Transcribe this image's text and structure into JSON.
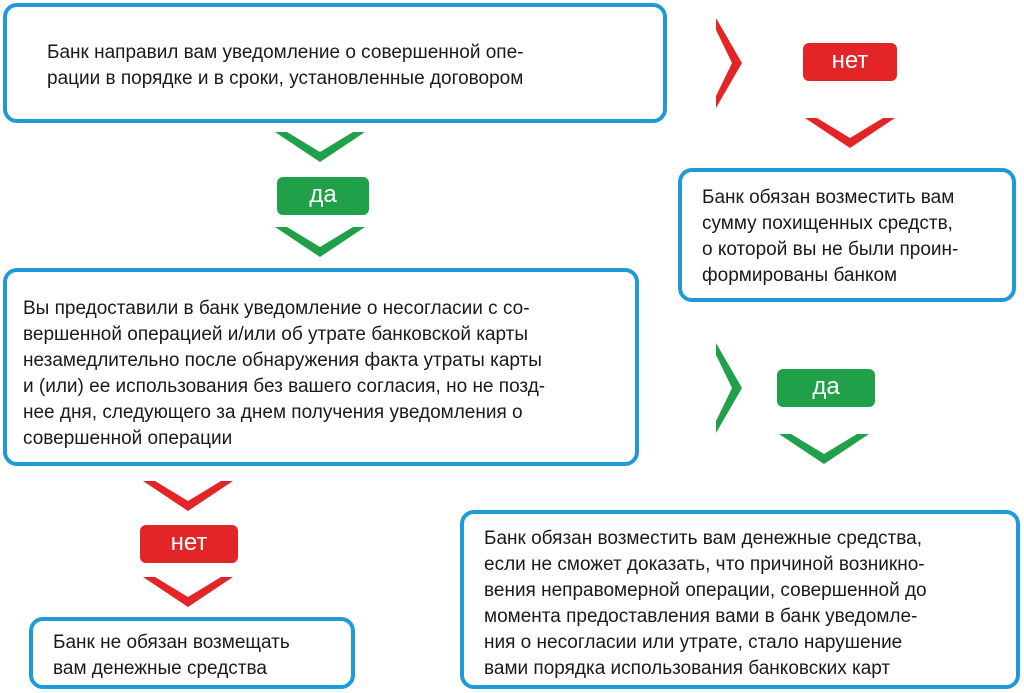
{
  "boxes": {
    "q1": "Банк направил вам уведомление о совершенной опе-\nрации в порядке и в сроки, установленные договором",
    "q2": "Вы предоставили в банк уведомление о несогласии с со-\nвершенной операцией и/или об утрате банковской карты\nнезамедлительно после обнаружения факта утраты карты\nи (или) ее использования без вашего согласия, но не позд-\nнее дня, следующего за днем получения уведомления о\nсовершенной операции",
    "result_no_1": "Банк обязан возместить вам\nсумму похищенных средств,\nо которой вы не были проин-\nформированы банком",
    "result_yes_2": "Банк обязан возместить вам денежные средства,\nесли не сможет доказать, что причиной возникно-\nвения неправомерной операции, совершенной до\nмомента предоставления вами в банк уведомле-\nния о несогласии или утрате, стало нарушение\nвами порядка использования банковских карт",
    "result_no_2": "Банк не обязан возмещать\nвам денежные средства"
  },
  "labels": {
    "yes_1": "да",
    "no_1": "нет",
    "yes_2": "да",
    "no_2": "нет"
  },
  "colors": {
    "box_border": "#1e9ad6",
    "yes": "#21a04a",
    "no": "#e42528"
  },
  "icons": {
    "down_arrow": "chevron-down-icon",
    "right_arrow": "chevron-right-icon"
  }
}
